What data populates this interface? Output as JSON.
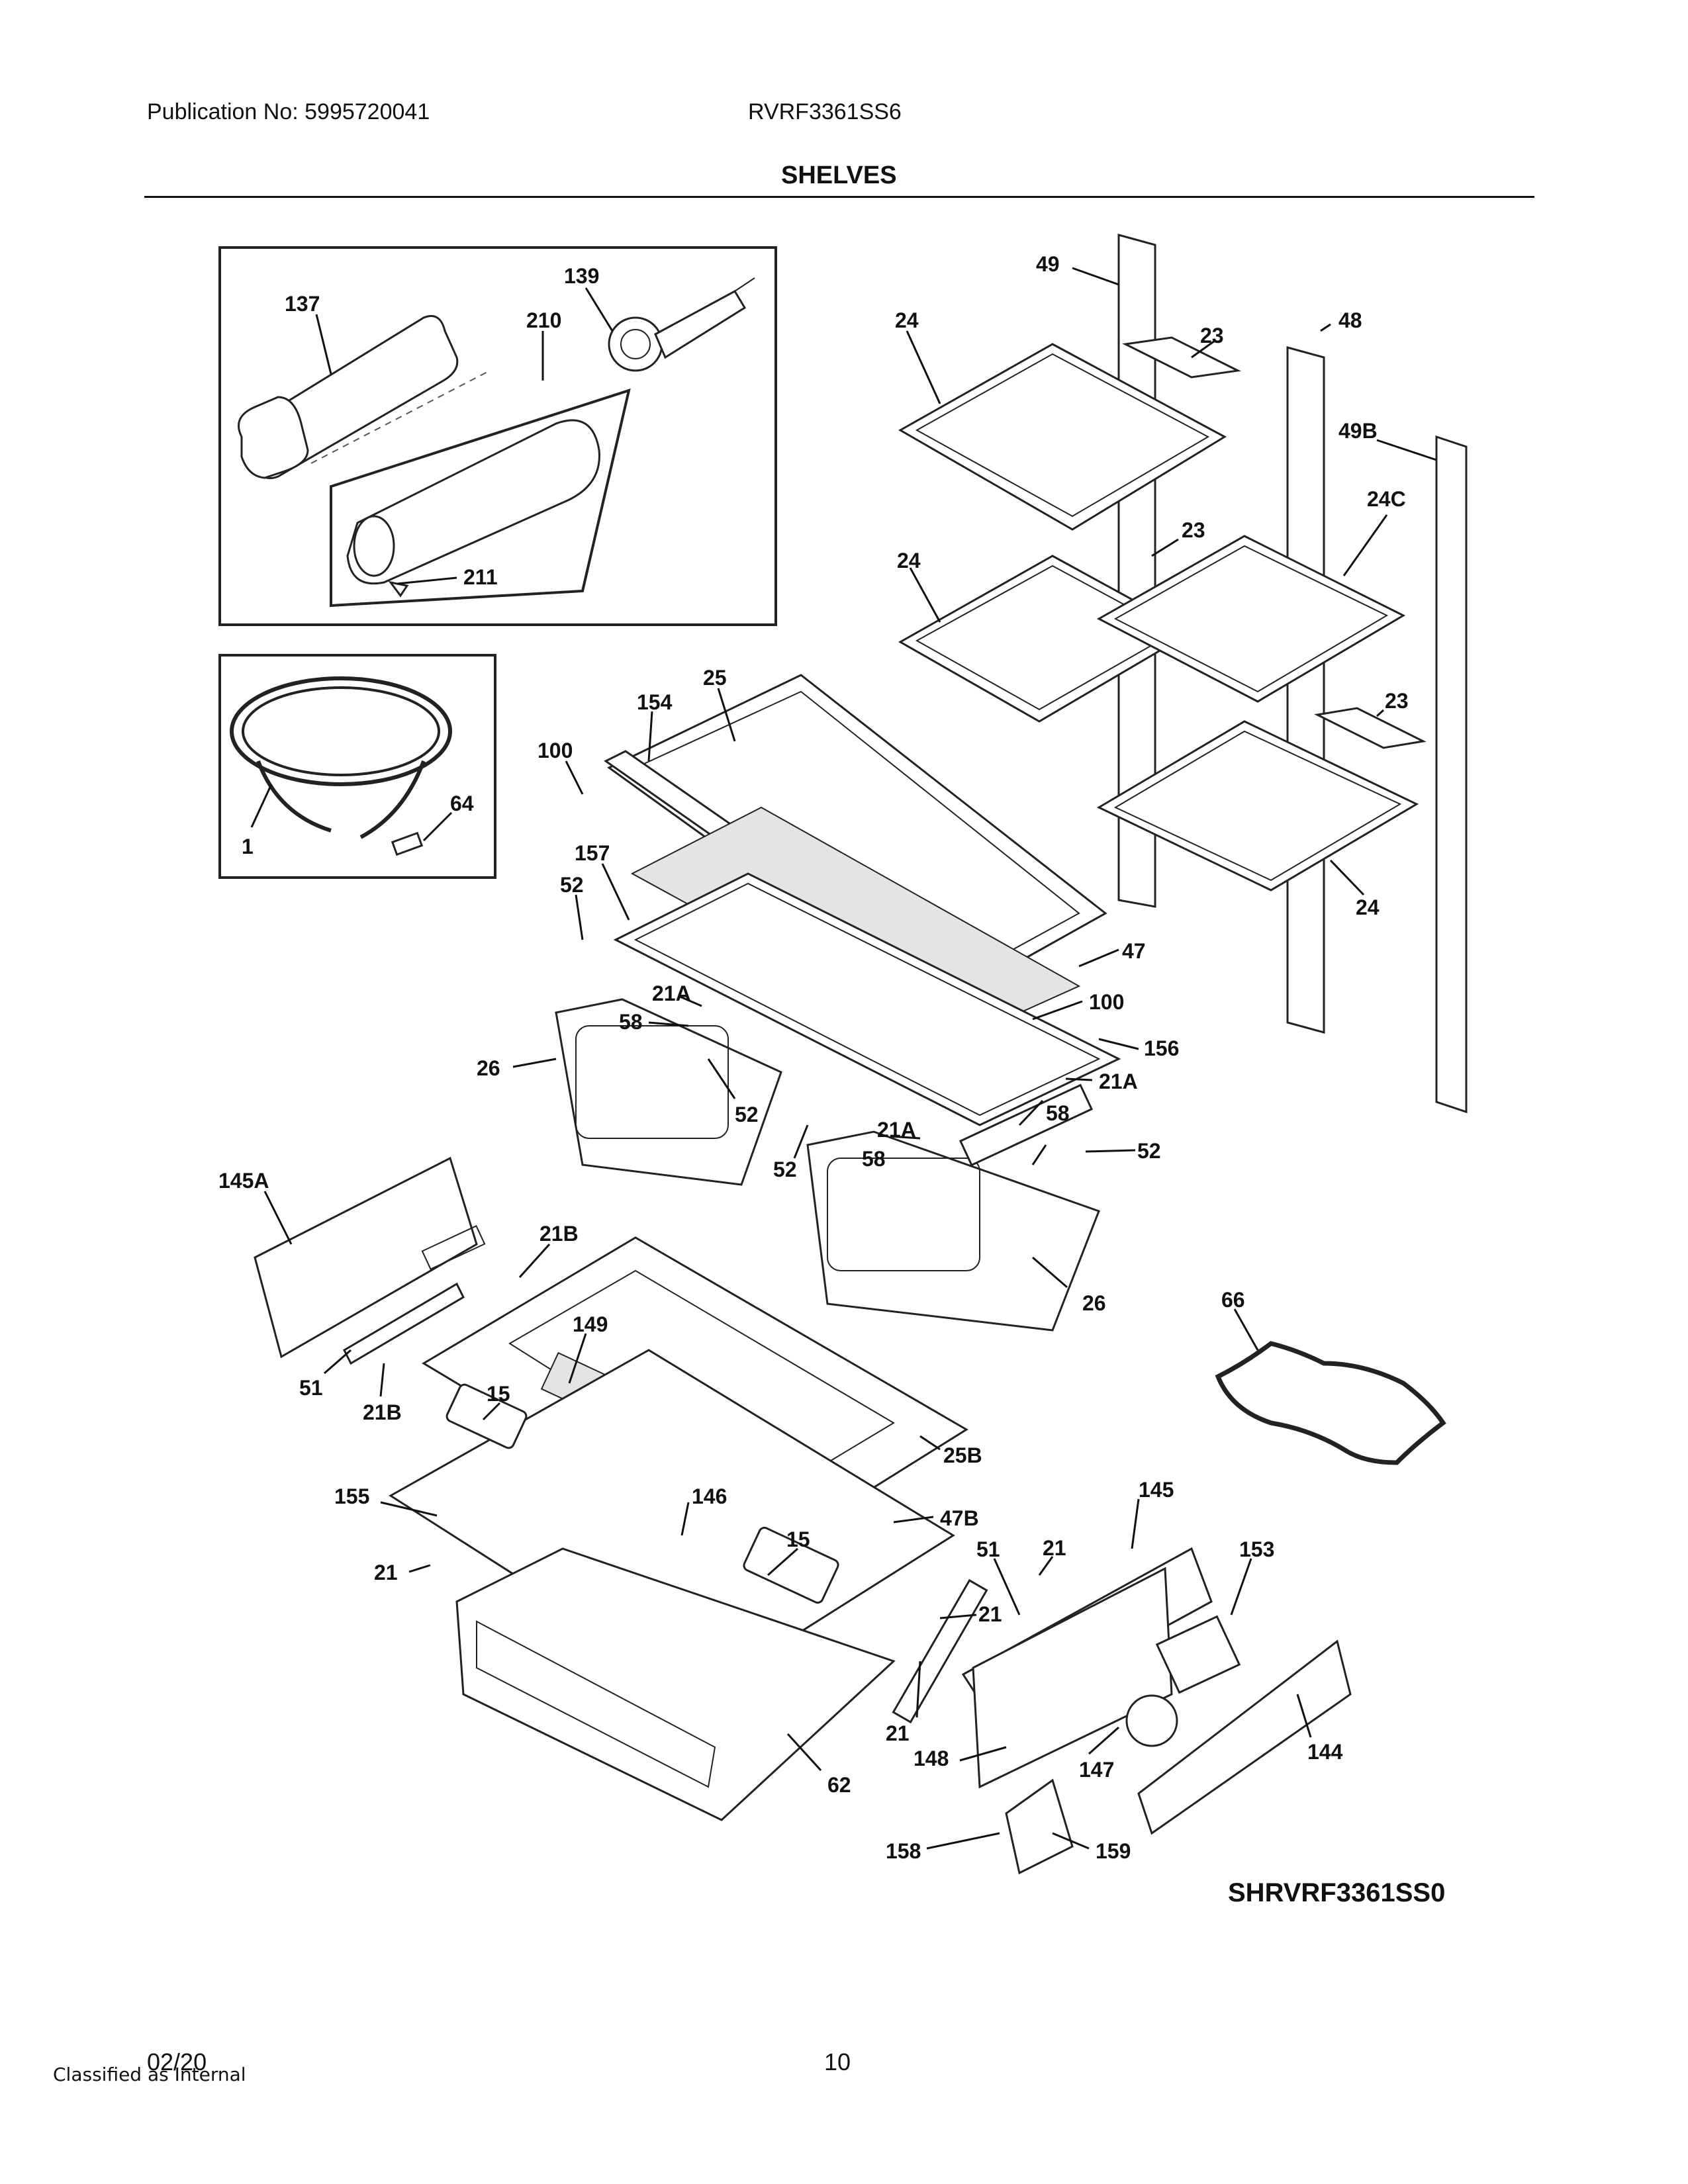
{
  "header": {
    "publication": "Publication No: 5995720041",
    "model": "RVRF3361SS6",
    "section_title": "SHELVES"
  },
  "diagram": {
    "drawing_code": "SHRVRF3361SS0",
    "part_labels": [
      "137",
      "139",
      "210",
      "211",
      "1",
      "64",
      "49",
      "23",
      "24",
      "48",
      "49B",
      "23",
      "24",
      "24C",
      "23",
      "24",
      "25",
      "154",
      "100",
      "157",
      "52",
      "47",
      "100",
      "21A",
      "58",
      "156",
      "26",
      "52",
      "21A",
      "52",
      "21A",
      "58",
      "52",
      "58",
      "145A",
      "21B",
      "26",
      "66",
      "149",
      "15",
      "51",
      "21B",
      "25B",
      "155",
      "146",
      "47B",
      "145",
      "15",
      "51",
      "21",
      "153",
      "21",
      "21",
      "21",
      "148",
      "147",
      "144",
      "62",
      "158",
      "159"
    ]
  },
  "footer": {
    "date": "02/20",
    "page_number": "10",
    "classification": "Classified as Internal"
  }
}
